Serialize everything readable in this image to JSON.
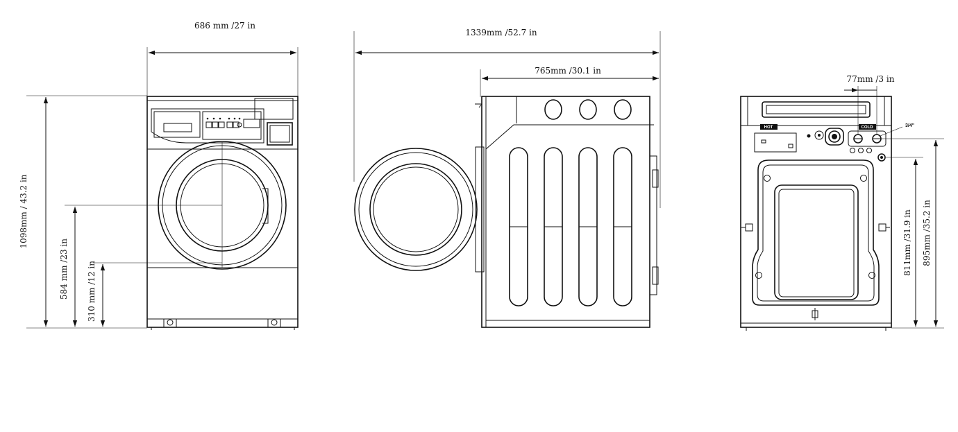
{
  "front_view": {
    "width_label": "686 mm /27 in",
    "height_label": "1098mm / 43.2 in",
    "door_center_label": "584 mm /23 in",
    "door_bottom_label": "310 mm /12 in"
  },
  "side_view": {
    "total_depth_label": "1339mm /52.7 in",
    "cabinet_depth_label": "765mm /30.1 in"
  },
  "rear_view": {
    "inlet_spacing_label": "77mm /3 in",
    "inlet_size_label": "3/4\"",
    "inlet_height_label": "811mm /31.9 in",
    "top_inlet_height_label": "895mm /35.2 in",
    "inlet_tag_left": "HOT",
    "inlet_tag_right": "COLD"
  }
}
